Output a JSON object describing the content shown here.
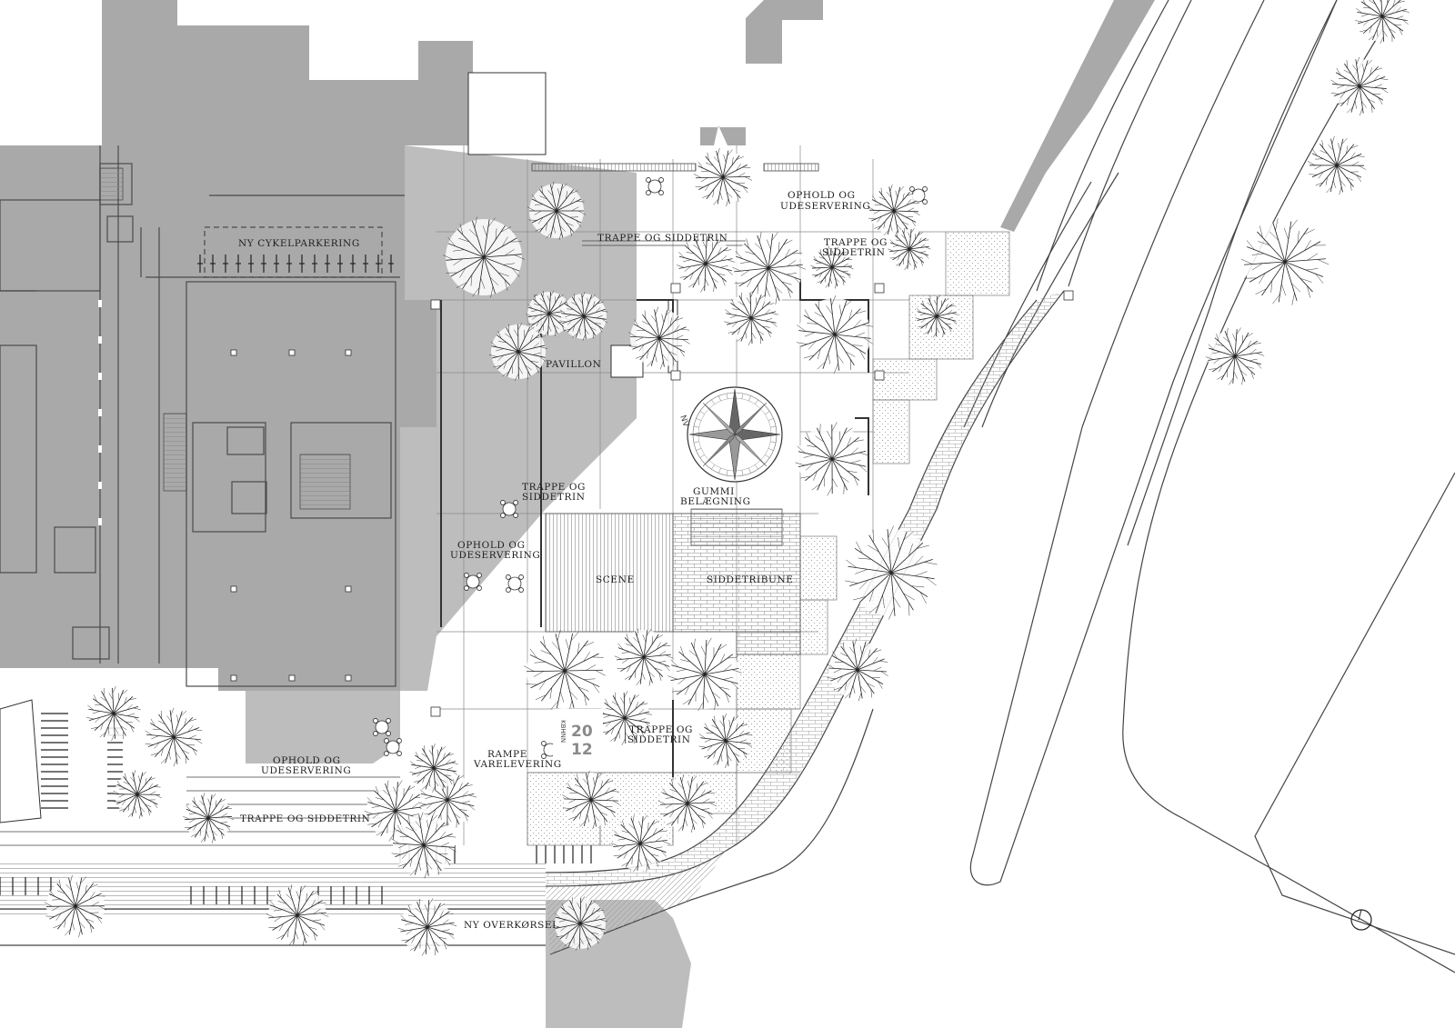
{
  "labels": {
    "cykelparkering": "NY CYKELPARKERING",
    "trappe_top": "TRAPPE OG SIDDETRIN",
    "ophold_top_1": "OPHOLD OG",
    "ophold_top_2": "UDESERVERING",
    "trappe_ne_1": "TRAPPE OG",
    "trappe_ne_2": "SIDDETRIN",
    "pavillon": "PAVILLON",
    "gummi_1": "GUMMI",
    "gummi_2": "BELÆGNING",
    "trappe_mid_1": "TRAPPE OG",
    "trappe_mid_2": "SIDDETRIN",
    "ophold_mid_1": "OPHOLD OG",
    "ophold_mid_2": "UDESERVERING",
    "scene": "SCENE",
    "siddetribune": "SIDDETRIBUNE",
    "trappe_low_1": "TRAPPE OG",
    "trappe_low_2": "SIDDETRIN",
    "rampe_1": "RAMPE",
    "rampe_2": "VARELEVERING",
    "ophold_low_1": "OPHOLD OG",
    "ophold_low_2": "UDESERVERING",
    "trappe_bottom": "TRAPPE OG SIDDETRIN",
    "overkorsel": "NY OVERKØRSEL"
  },
  "plaque": {
    "year_top": "20",
    "year_bottom": "12",
    "side_text": "KBHNN"
  },
  "compass": {
    "north_label": "NV"
  },
  "colors": {
    "building_fill": "#a9a9a9",
    "shadow_fill": "#bdbdbd",
    "line": "#333333",
    "hatch": "#9a9a9a"
  }
}
